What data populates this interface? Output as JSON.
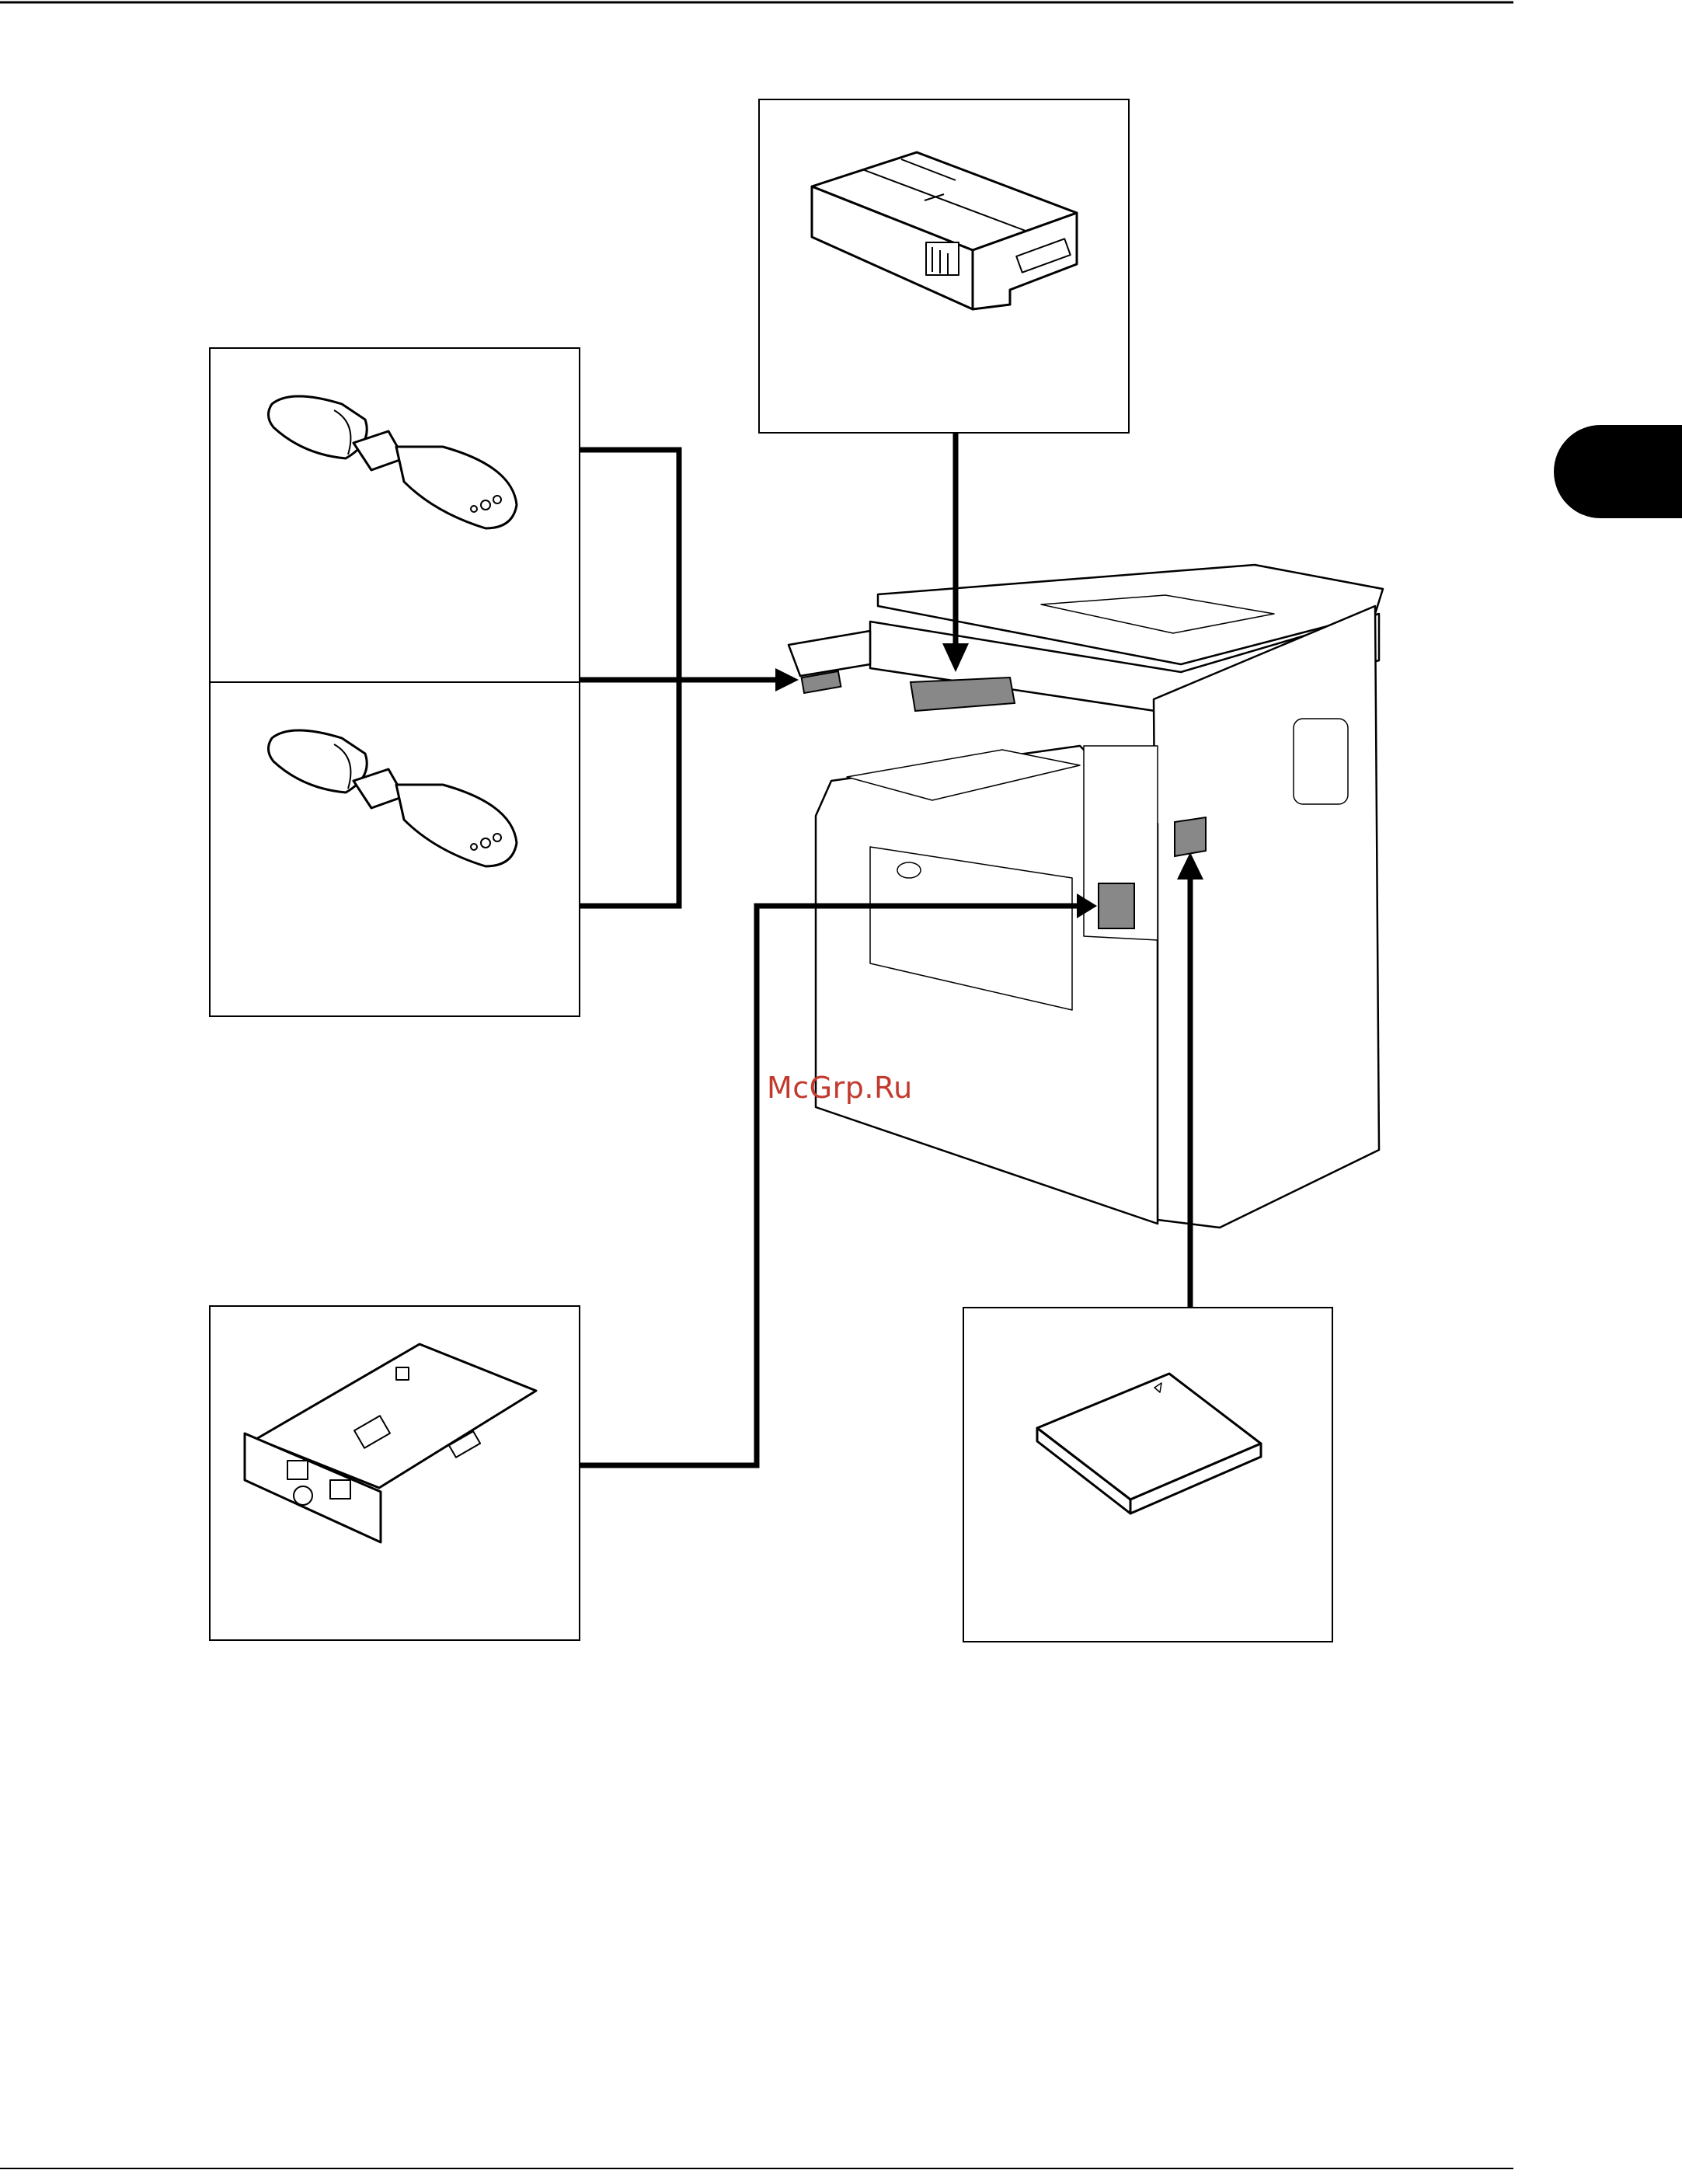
{
  "watermark": {
    "text": "McGrp.Ru"
  },
  "colors": {
    "line": "#000000",
    "slot_fill": "#888888",
    "chapter_tab": "#000000",
    "watermark": "#c23a2e"
  },
  "diagram": {
    "main_device": "printer-copier",
    "optional_parts": [
      {
        "name": "card-reader-module",
        "icon": "card-reader-icon",
        "target": "top-slot"
      },
      {
        "name": "usb-key-upper",
        "icon": "usb-key-icon",
        "target": "usb-port"
      },
      {
        "name": "usb-key-lower",
        "icon": "usb-key-icon",
        "target": "usb-port"
      },
      {
        "name": "fax-interface-board",
        "icon": "circuit-board-icon",
        "target": "side-slot"
      },
      {
        "name": "compact-flash-card",
        "icon": "memory-card-icon",
        "target": "rear-slot"
      }
    ]
  }
}
